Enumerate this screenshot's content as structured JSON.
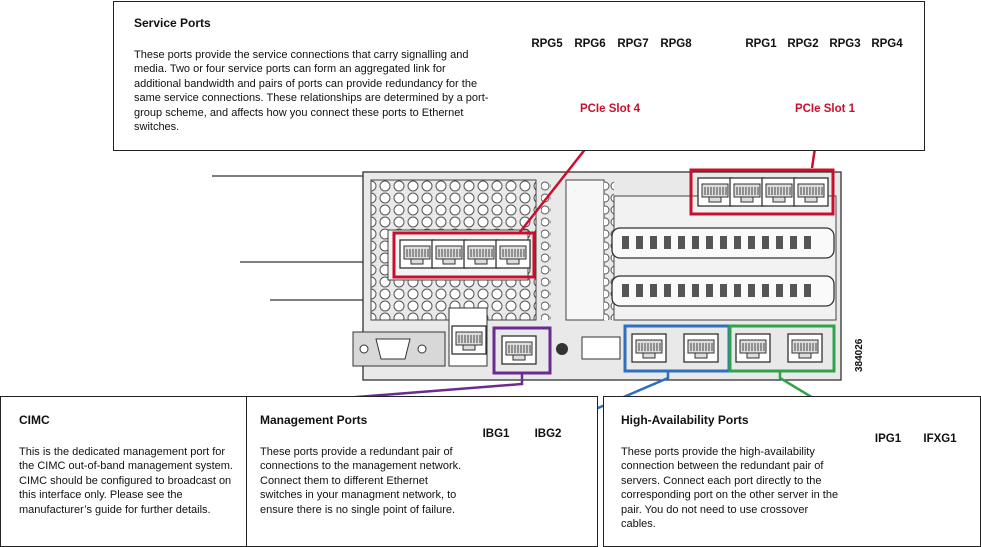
{
  "service_ports": {
    "title": "Service Ports",
    "description": "These ports provide the service connections that carry signalling and media. Two or four service ports can form an aggregated link for additional bandwidth and pairs of ports can provide redundancy for the same service connections. These relationships are determined by a port-group scheme, and affects how you connect these ports to Ethernet switches.",
    "slot4": {
      "label": "PCIe Slot 4",
      "ports": [
        "RPG5",
        "RPG6",
        "RPG7",
        "RPG8"
      ]
    },
    "slot1": {
      "label": "PCIe Slot 1",
      "ports": [
        "RPG1",
        "RPG2",
        "RPG3",
        "RPG4"
      ]
    }
  },
  "cimc": {
    "title": "CIMC",
    "description": "This is the dedicated management port for the CIMC out-of-band management system. CIMC should be configured to broadcast on this interface only. Please see the manufacturer’s guide for further details."
  },
  "management_ports": {
    "title": "Management Ports",
    "description": "These ports provide a redundant pair of connections to the management network. Connect them to different Ethernet switches in your managment network, to ensure there is no single point of failure.",
    "ports": [
      "IBG1",
      "IBG2"
    ]
  },
  "ha_ports": {
    "title": "High-Availability Ports",
    "description": "These ports provide the high-availability connection between the redundant pair of servers. Connect each port directly to the corresponding port on the other server in the pair. You do not need to use crossover cables.",
    "ports": [
      "IPG1",
      "IFXG1"
    ]
  },
  "figure_id": "384026",
  "colors": {
    "service": "#c8102e",
    "cimc": "#6a2c91",
    "management": "#2e6fbf",
    "ha": "#2ea34a"
  }
}
